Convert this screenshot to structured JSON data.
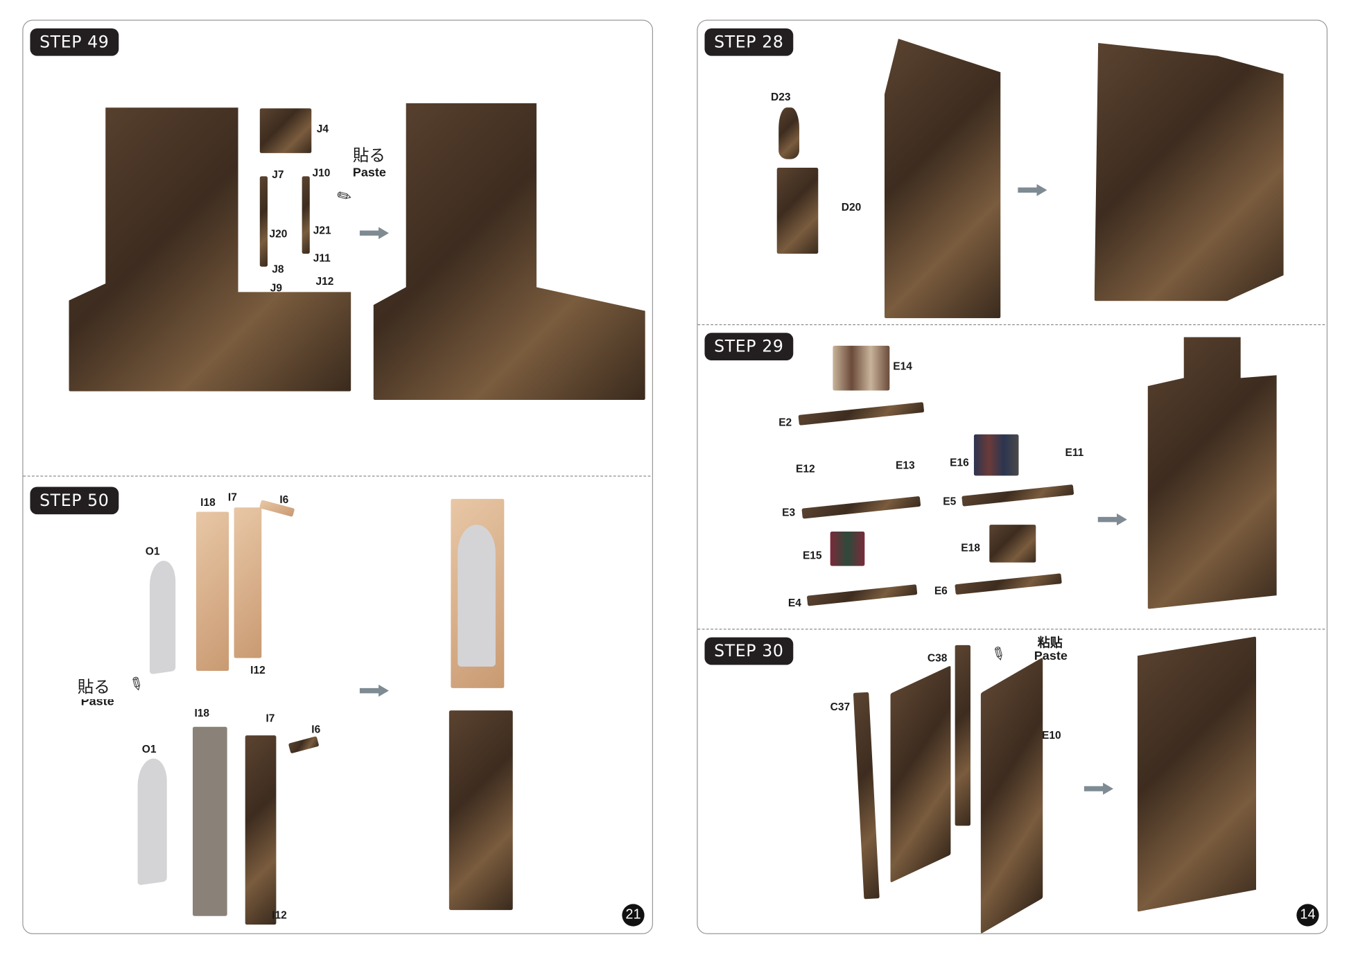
{
  "left_page": {
    "page_number": "21",
    "step49": {
      "badge": "STEP 49",
      "parts": [
        "J4",
        "J7",
        "J10",
        "J20",
        "J21",
        "J11",
        "J8",
        "J12",
        "J9"
      ],
      "glue_jp": "貼る",
      "glue_en": "Paste"
    },
    "step50": {
      "badge": "STEP 50",
      "parts_top": [
        "I18",
        "I7",
        "I6",
        "O1",
        "I12"
      ],
      "parts_bottom": [
        "I18",
        "I7",
        "I6",
        "O1",
        "I12"
      ],
      "glue_jp": "貼る",
      "glue_en": "Paste"
    }
  },
  "right_page": {
    "page_number": "14",
    "step28": {
      "badge": "STEP 28",
      "parts": [
        "D23",
        "D20"
      ]
    },
    "step29": {
      "badge": "STEP 29",
      "parts": [
        "E14",
        "E2",
        "E12",
        "E13",
        "E16",
        "E11",
        "E3",
        "E5",
        "E15",
        "E18",
        "E4",
        "E6"
      ]
    },
    "step30": {
      "badge": "STEP 30",
      "parts": [
        "C38",
        "C37",
        "E10"
      ],
      "glue_cn": "粘贴",
      "glue_en": "Paste"
    }
  },
  "colors": {
    "badge": "#231f20",
    "arrow": "#7f8b93",
    "wood": "#4a3526",
    "guide": "#e02020"
  }
}
